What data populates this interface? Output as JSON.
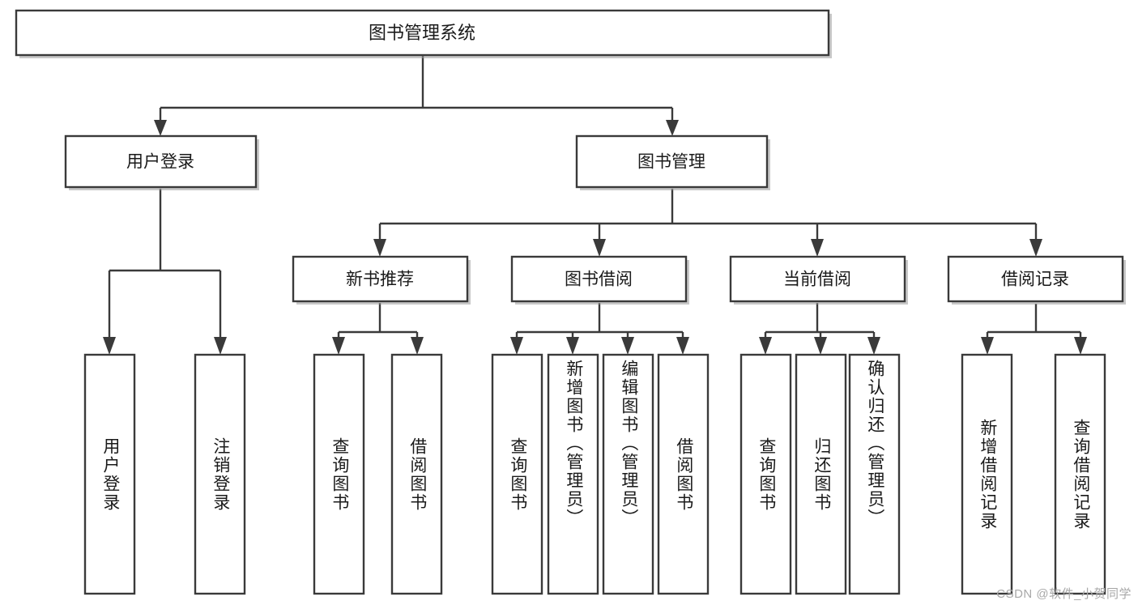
{
  "diagram": {
    "title": "图书管理系统",
    "type": "tree",
    "watermark": "CSDN @软件_小贺同学",
    "colors": {
      "box_stroke": "#3a3a3a",
      "box_fill": "#ffffff",
      "text": "#1a1a1a",
      "watermark": "#a8a8a8",
      "background": "#ffffff"
    },
    "nodes": {
      "root": {
        "label": "图书管理系统",
        "level": 1,
        "orientation": "horizontal"
      },
      "l2": [
        {
          "id": "user-login",
          "label": "用户登录",
          "level": 2,
          "orientation": "horizontal"
        },
        {
          "id": "book-manage",
          "label": "图书管理",
          "level": 2,
          "orientation": "horizontal"
        }
      ],
      "l3": [
        {
          "id": "new-book-recommend",
          "label": "新书推荐",
          "level": 3,
          "orientation": "horizontal",
          "parent": "book-manage"
        },
        {
          "id": "book-borrow",
          "label": "图书借阅",
          "level": 3,
          "orientation": "horizontal",
          "parent": "book-manage"
        },
        {
          "id": "current-borrow",
          "label": "当前借阅",
          "level": 3,
          "orientation": "horizontal",
          "parent": "book-manage"
        },
        {
          "id": "borrow-record",
          "label": "借阅记录",
          "level": 3,
          "orientation": "horizontal",
          "parent": "book-manage"
        }
      ],
      "leaves": [
        {
          "id": "leaf-user-login",
          "label": "用户登录",
          "parent": "user-login",
          "orientation": "vertical"
        },
        {
          "id": "leaf-user-logout",
          "label": "注销登录",
          "parent": "user-login",
          "orientation": "vertical"
        },
        {
          "id": "leaf-query-book-1",
          "label": "查询图书",
          "parent": "new-book-recommend",
          "orientation": "vertical"
        },
        {
          "id": "leaf-borrow-book-1",
          "label": "借阅图书",
          "parent": "new-book-recommend",
          "orientation": "vertical"
        },
        {
          "id": "leaf-query-book-2",
          "label": "查询图书",
          "parent": "book-borrow",
          "orientation": "vertical"
        },
        {
          "id": "leaf-add-book",
          "label": "新增图书（管理员）",
          "parent": "book-borrow",
          "orientation": "vertical"
        },
        {
          "id": "leaf-edit-book",
          "label": "编辑图书（管理员）",
          "parent": "book-borrow",
          "orientation": "vertical"
        },
        {
          "id": "leaf-borrow-book-2",
          "label": "借阅图书",
          "parent": "book-borrow",
          "orientation": "vertical"
        },
        {
          "id": "leaf-query-book-3",
          "label": "查询图书",
          "parent": "current-borrow",
          "orientation": "vertical"
        },
        {
          "id": "leaf-return-book",
          "label": "归还图书",
          "parent": "current-borrow",
          "orientation": "vertical"
        },
        {
          "id": "leaf-confirm-return",
          "label": "确认归还（管理员）",
          "parent": "current-borrow",
          "orientation": "vertical"
        },
        {
          "id": "leaf-add-record",
          "label": "新增借阅记录",
          "parent": "borrow-record",
          "orientation": "vertical"
        },
        {
          "id": "leaf-query-record",
          "label": "查询借阅记录",
          "parent": "borrow-record",
          "orientation": "vertical"
        }
      ]
    }
  }
}
